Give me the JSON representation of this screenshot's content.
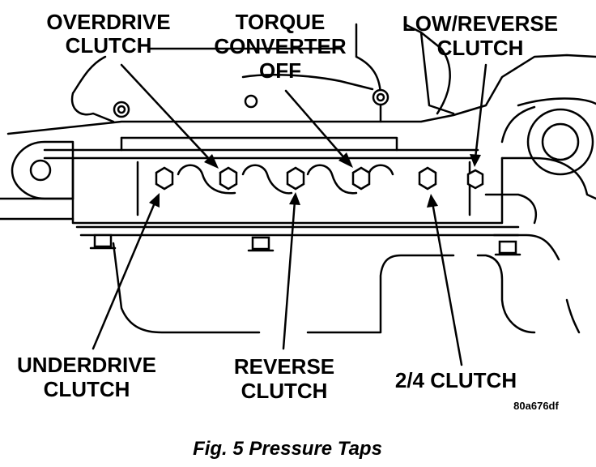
{
  "labels": {
    "overdrive": [
      "OVERDRIVE",
      "CLUTCH"
    ],
    "torque_converter": [
      "TORQUE",
      "CONVERTER",
      "OFF"
    ],
    "low_reverse": [
      "LOW/REVERSE",
      "CLUTCH"
    ],
    "underdrive": [
      "UNDERDRIVE",
      "CLUTCH"
    ],
    "reverse": [
      "REVERSE",
      "CLUTCH"
    ],
    "two_four": "2/4 CLUTCH"
  },
  "figure_code": "80a676df",
  "caption": "Fig. 5 Pressure Taps",
  "colors": {
    "ink": "#000000",
    "paper": "#ffffff"
  }
}
